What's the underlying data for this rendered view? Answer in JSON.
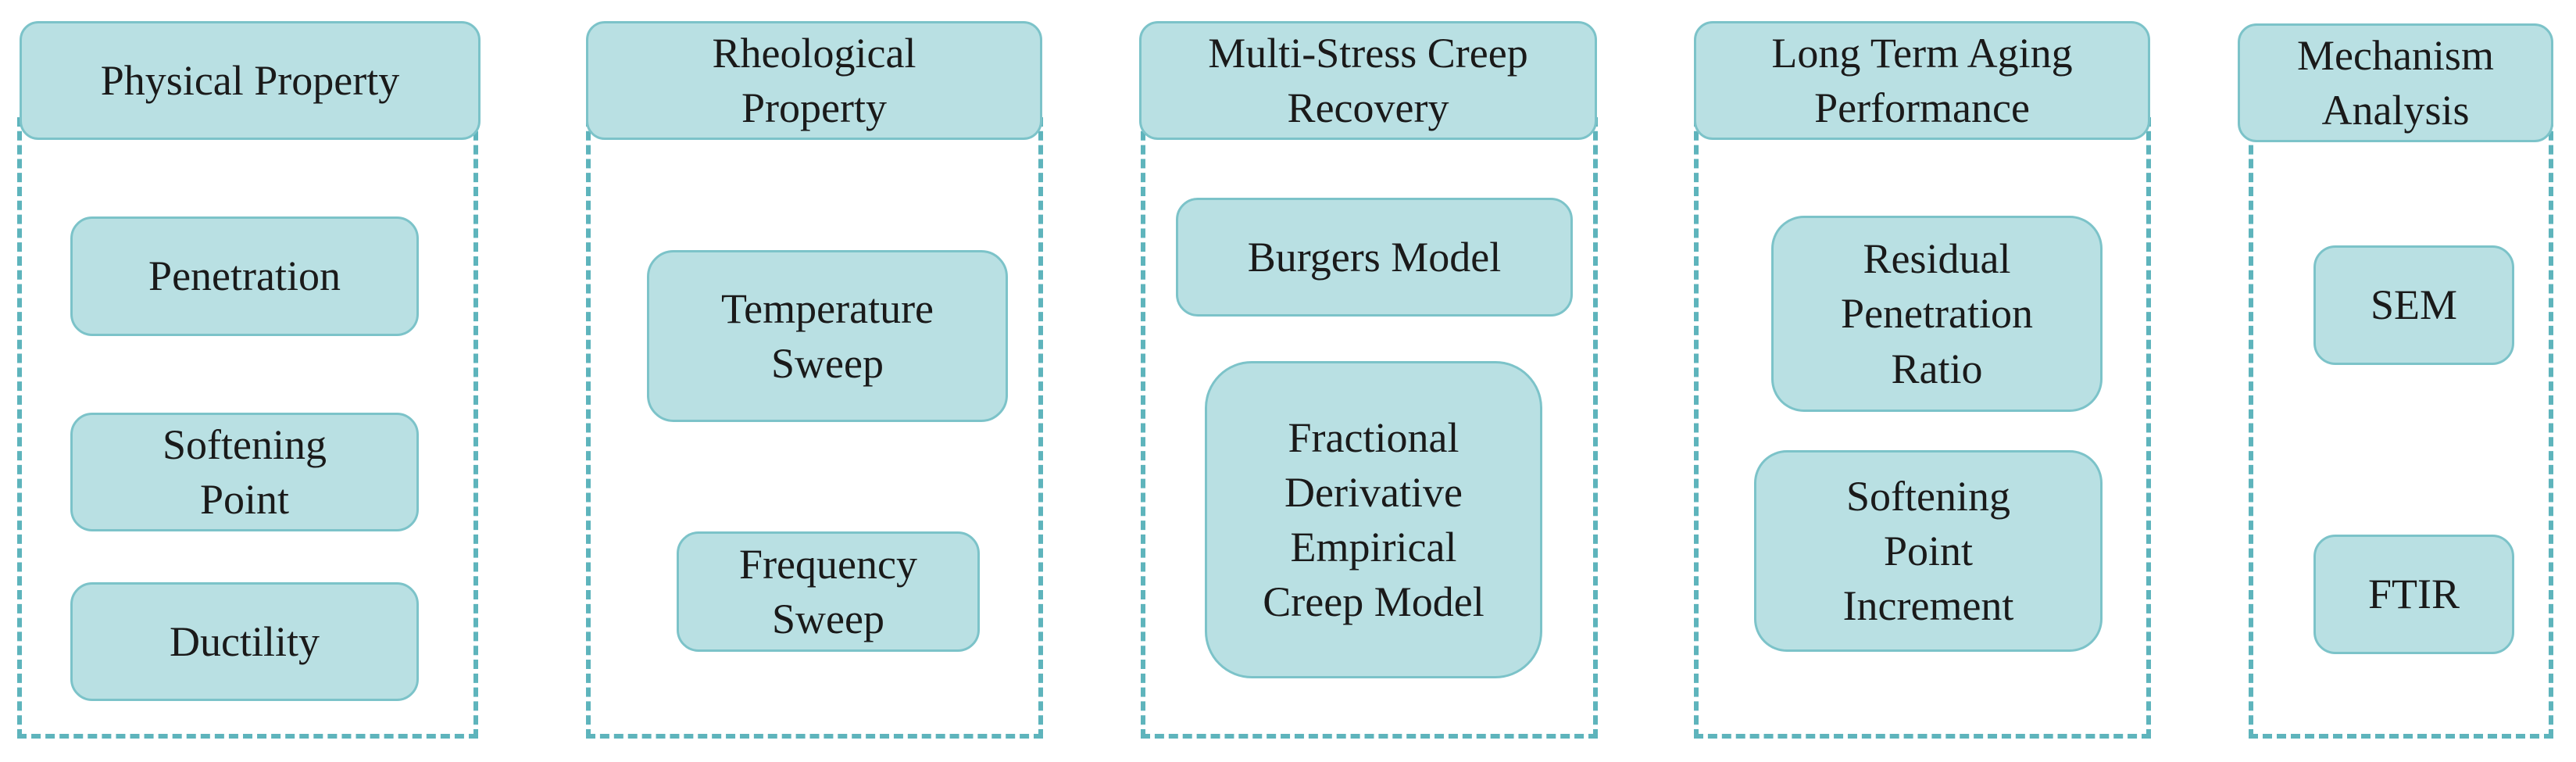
{
  "columns": [
    {
      "title": "Physical Property",
      "items": [
        "Penetration",
        "Softening\nPoint",
        "Ductility"
      ]
    },
    {
      "title": "Rheological\nProperty",
      "items": [
        "Temperature\nSweep",
        "Frequency\nSweep"
      ]
    },
    {
      "title": "Multi-Stress Creep\nRecovery",
      "items": [
        "Burgers Model",
        "Fractional\nDerivative\nEmpirical\nCreep Model"
      ]
    },
    {
      "title": "Long Term Aging\nPerformance",
      "items": [
        "Residual\nPenetration\nRatio",
        "Softening\nPoint\nIncrement"
      ]
    },
    {
      "title": "Mechanism\nAnalysis",
      "items": [
        "SEM",
        "FTIR"
      ]
    }
  ],
  "colors": {
    "box_fill": "#b9e0e3",
    "box_border": "#7cc3c9",
    "dashed_frame": "#5eb4bc"
  }
}
